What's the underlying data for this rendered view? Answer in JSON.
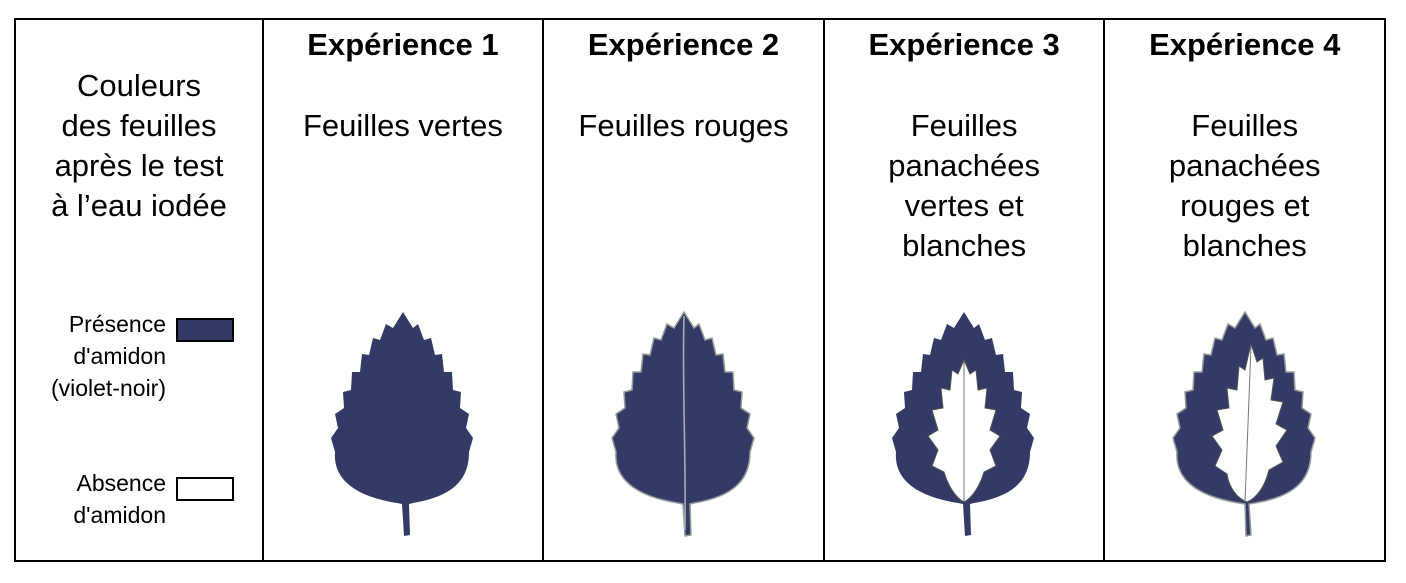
{
  "legend": {
    "title": "Couleurs\ndes feuilles\naprès le test\nà l’eau iodée",
    "items": [
      {
        "label": "Présence\nd'amidon\n(violet-noir)",
        "swatch_color": "#333a66"
      },
      {
        "label": "Absence\nd'amidon",
        "swatch_color": "#ffffff"
      }
    ]
  },
  "experiments": [
    {
      "title": "Expérience 1",
      "description": "Feuilles vertes",
      "leaf": "full-starch-leaf-icon"
    },
    {
      "title": "Expérience 2",
      "description": "Feuilles rouges",
      "leaf": "full-starch-leaf-icon"
    },
    {
      "title": "Expérience 3",
      "description": "Feuilles\npanachées\nvertes et\nblanches",
      "leaf": "variegated-leaf-icon"
    },
    {
      "title": "Expérience 4",
      "description": "Feuilles\npanachées\nrouges et\nblanches",
      "leaf": "variegated-leaf-icon"
    }
  ],
  "colors": {
    "starch": "#333a66",
    "no_starch": "#ffffff",
    "border": "#000000"
  }
}
